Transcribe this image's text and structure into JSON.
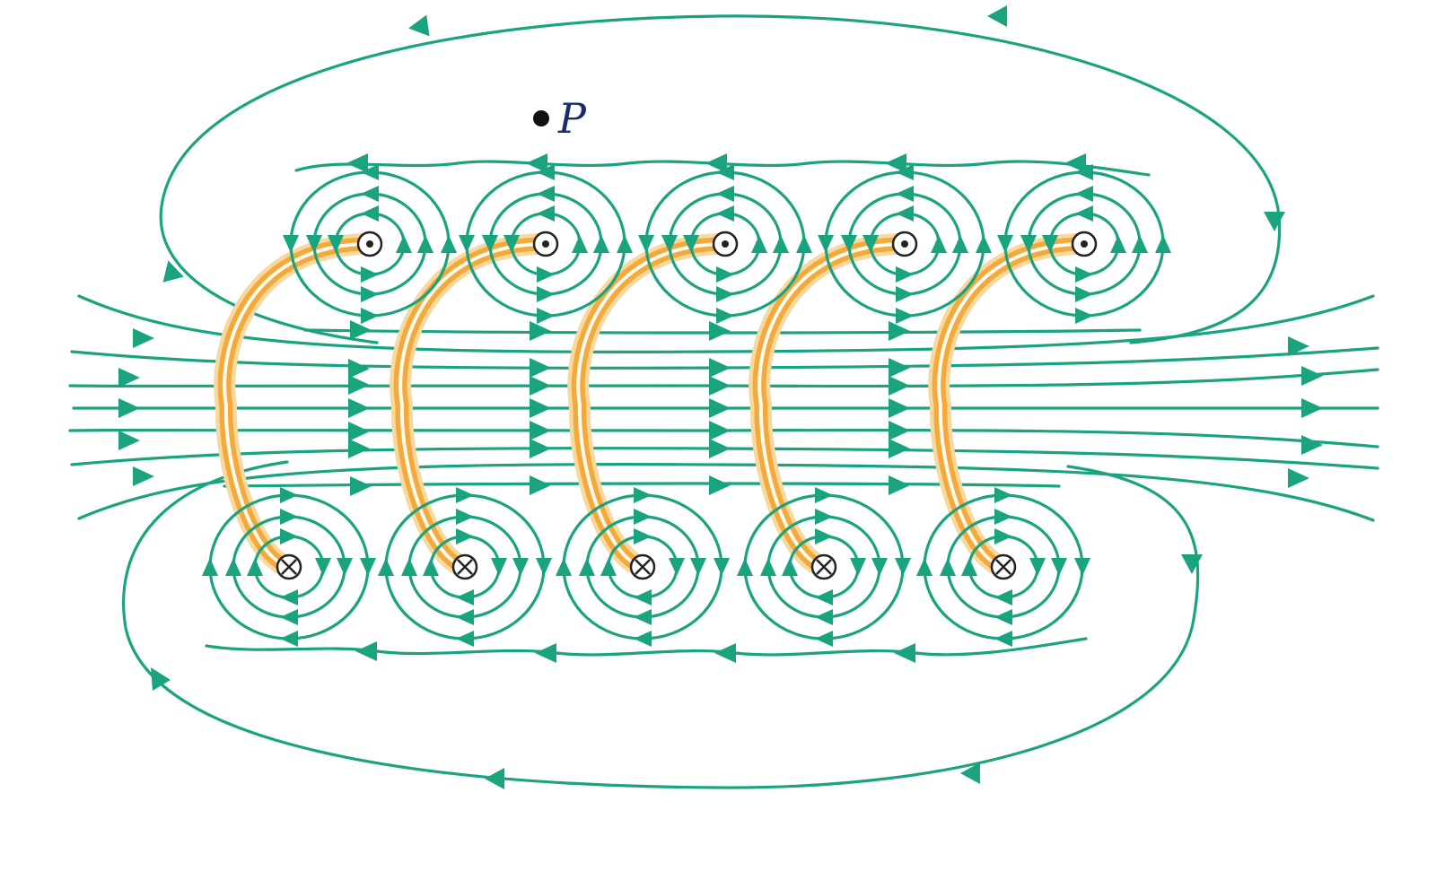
{
  "point": {
    "label": "P"
  },
  "colors": {
    "field": "#1aa37f",
    "coil": "#f4a93b",
    "coil_halo": "#f7d9a0",
    "label": "#1a2a6c",
    "dot": "#111111"
  },
  "wires_out_count": 5,
  "wires_in_count": 5,
  "wire_out_symbol": "dot-in-circle",
  "wire_in_symbol": "cross-in-circle"
}
